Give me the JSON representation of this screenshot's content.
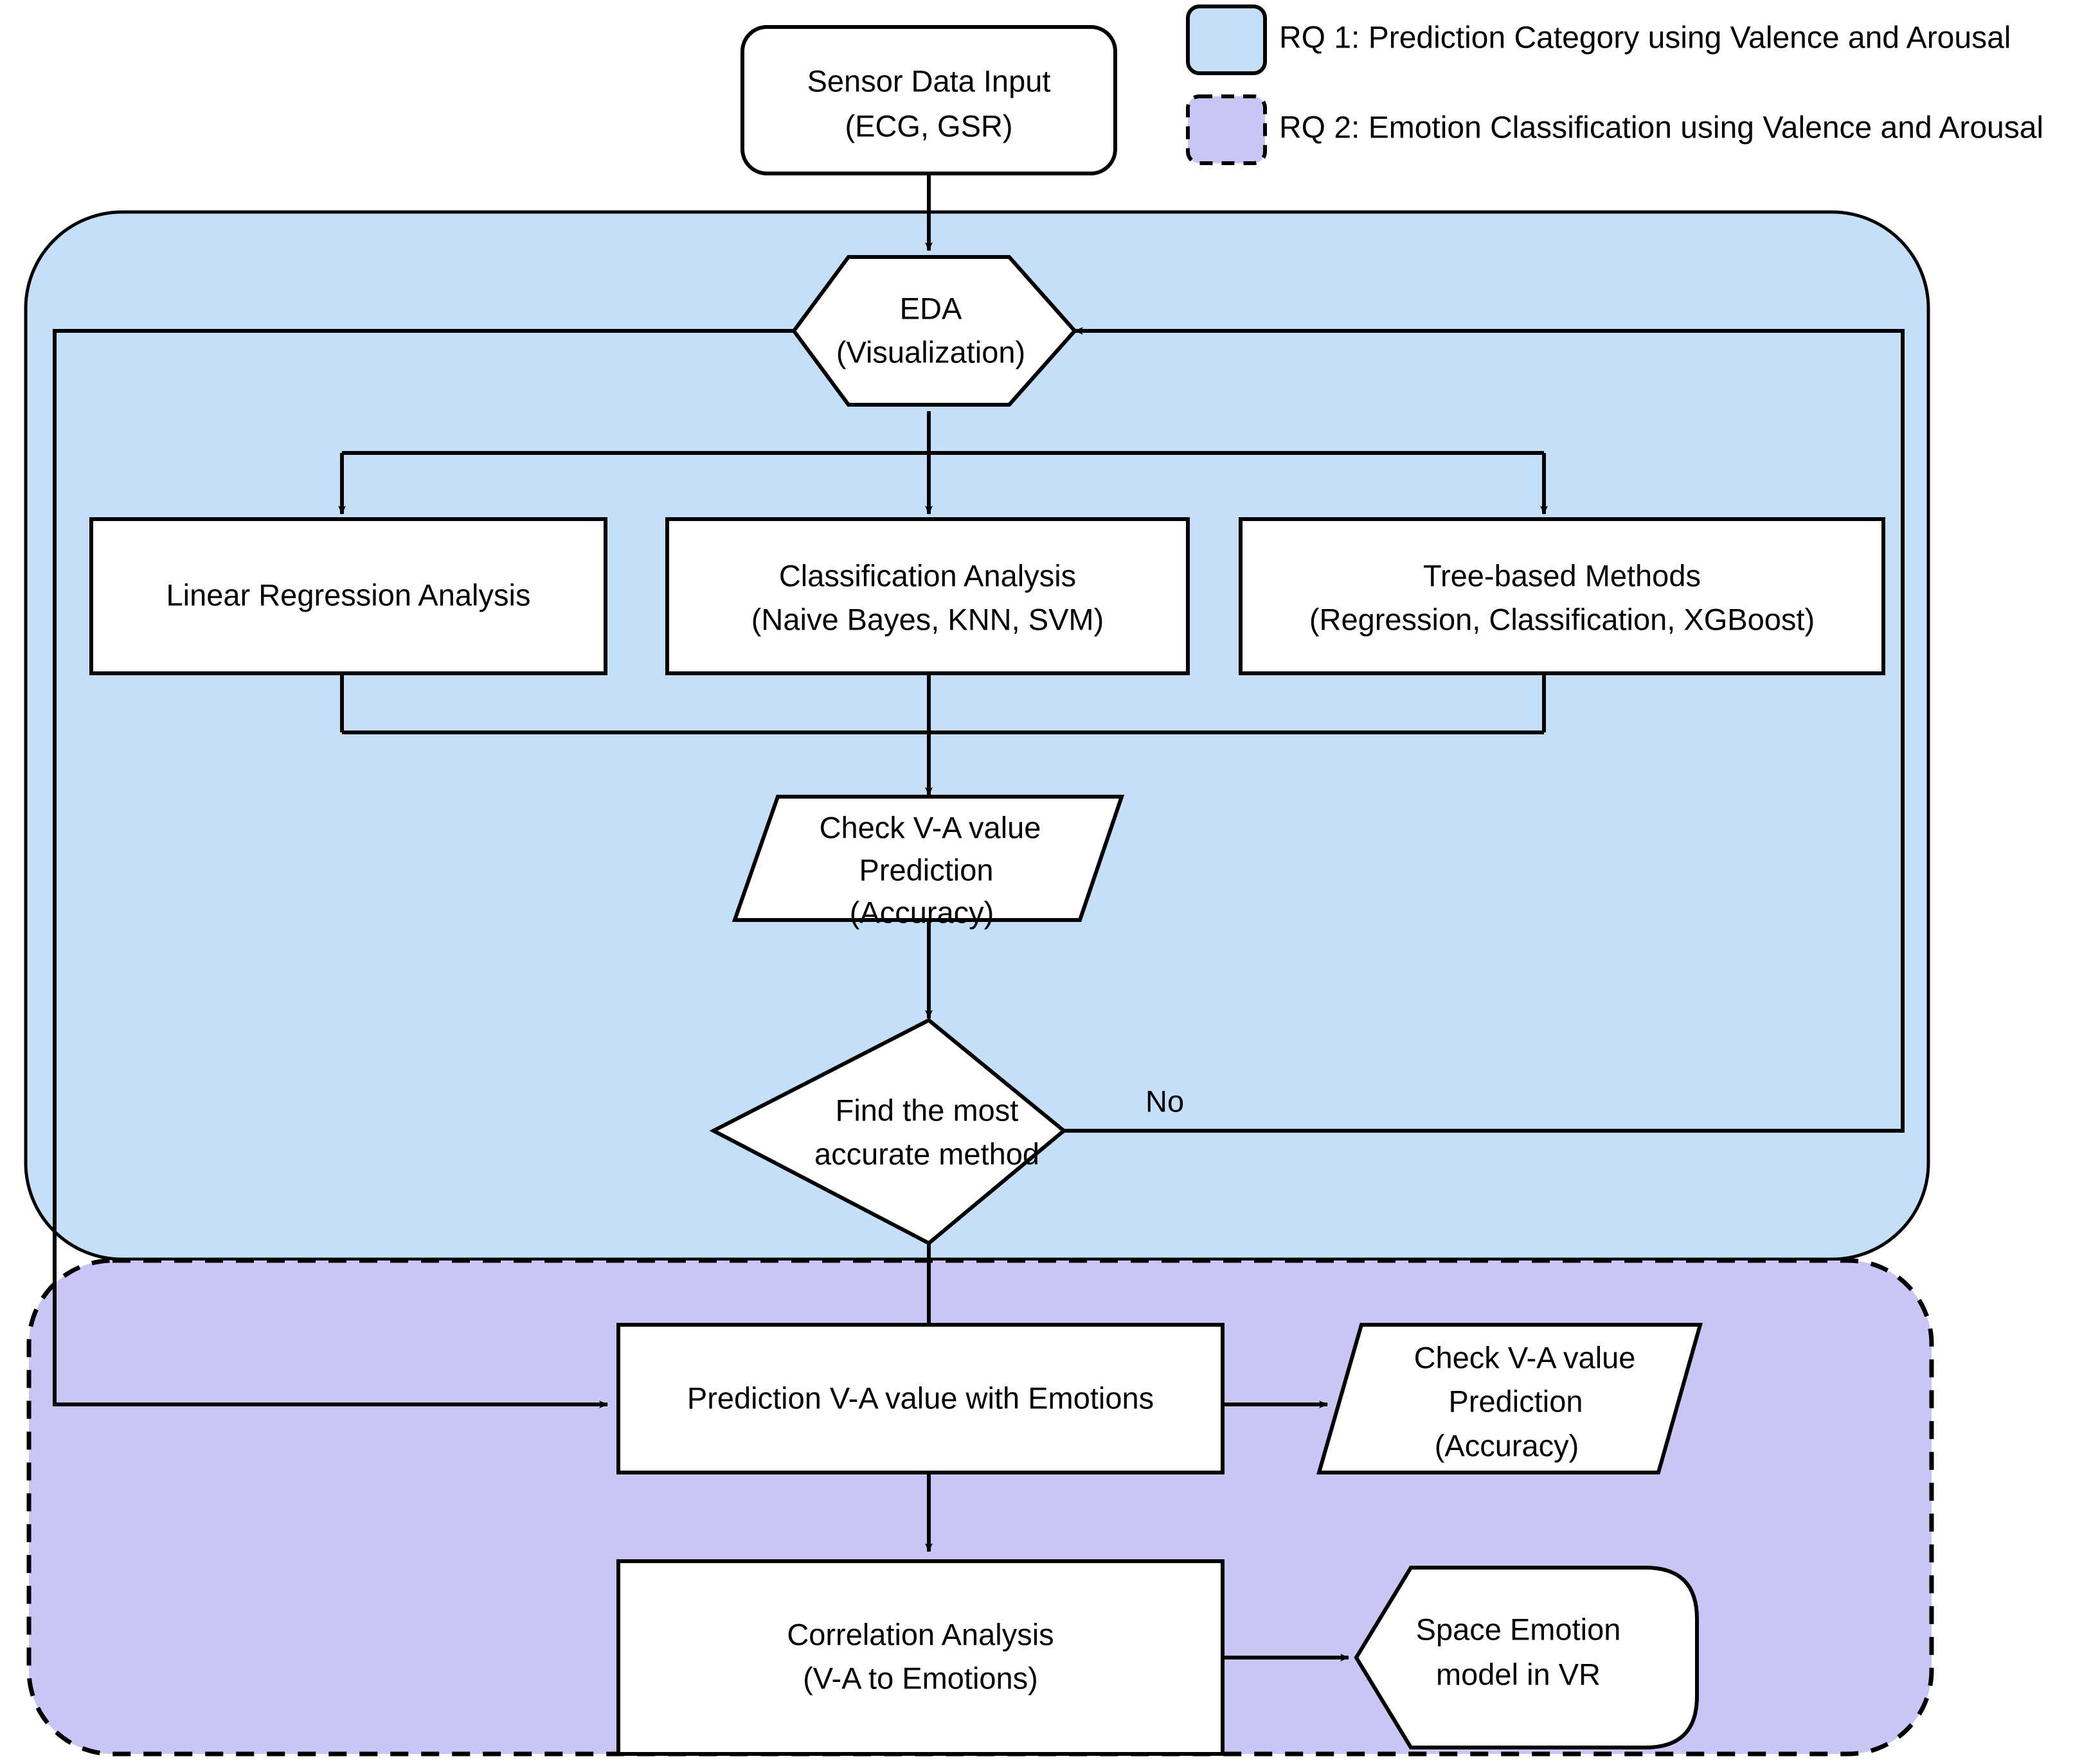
{
  "diagram": {
    "title": "Research methodology flowchart",
    "colors": {
      "rq1_fill": "#c5dff8",
      "rq2_fill": "#c9c5f5",
      "node_fill": "#ffffff",
      "stroke": "#000000",
      "text": "#000000"
    }
  },
  "legend": {
    "items": [
      {
        "label": "RQ 1: Prediction Category using Valence and Arousal",
        "swatch": "#c5dff8",
        "border_style": "solid"
      },
      {
        "label": "RQ 2: Emotion Classification using Valence and Arousal",
        "swatch": "#c9c5f5",
        "border_style": "dashed"
      }
    ]
  },
  "nodes": {
    "sensor_input": {
      "shape": "rounded-rect",
      "lines": [
        "Sensor Data Input",
        "(ECG, GSR)"
      ]
    },
    "eda": {
      "shape": "hexagon",
      "lines": [
        "EDA",
        "(Visualization)"
      ]
    },
    "linear_regression": {
      "shape": "rect",
      "lines": [
        "Linear Regression Analysis"
      ]
    },
    "classification": {
      "shape": "rect",
      "lines": [
        "Classification Analysis",
        "(Naive Bayes, KNN, SVM)"
      ]
    },
    "tree_based": {
      "shape": "rect",
      "lines": [
        "Tree-based Methods",
        "(Regression, Classification, XGBoost)"
      ]
    },
    "check_va_1": {
      "shape": "parallelogram",
      "lines": [
        "Check V-A value",
        "Prediction",
        "(Accuracy)"
      ]
    },
    "find_best": {
      "shape": "diamond",
      "lines": [
        "Find the most",
        "accurate method"
      ]
    },
    "prediction_va": {
      "shape": "rect",
      "lines": [
        "Prediction V-A value with Emotions"
      ]
    },
    "check_va_2": {
      "shape": "parallelogram",
      "lines": [
        "Check V-A value",
        "Prediction",
        "(Accuracy)"
      ]
    },
    "correlation": {
      "shape": "rect",
      "lines": [
        "Correlation Analysis",
        "(V-A to Emotions)"
      ]
    },
    "space_emotion": {
      "shape": "tag",
      "lines": [
        "Space Emotion",
        "model in VR"
      ]
    }
  },
  "edge_labels": {
    "no_branch": "No"
  }
}
